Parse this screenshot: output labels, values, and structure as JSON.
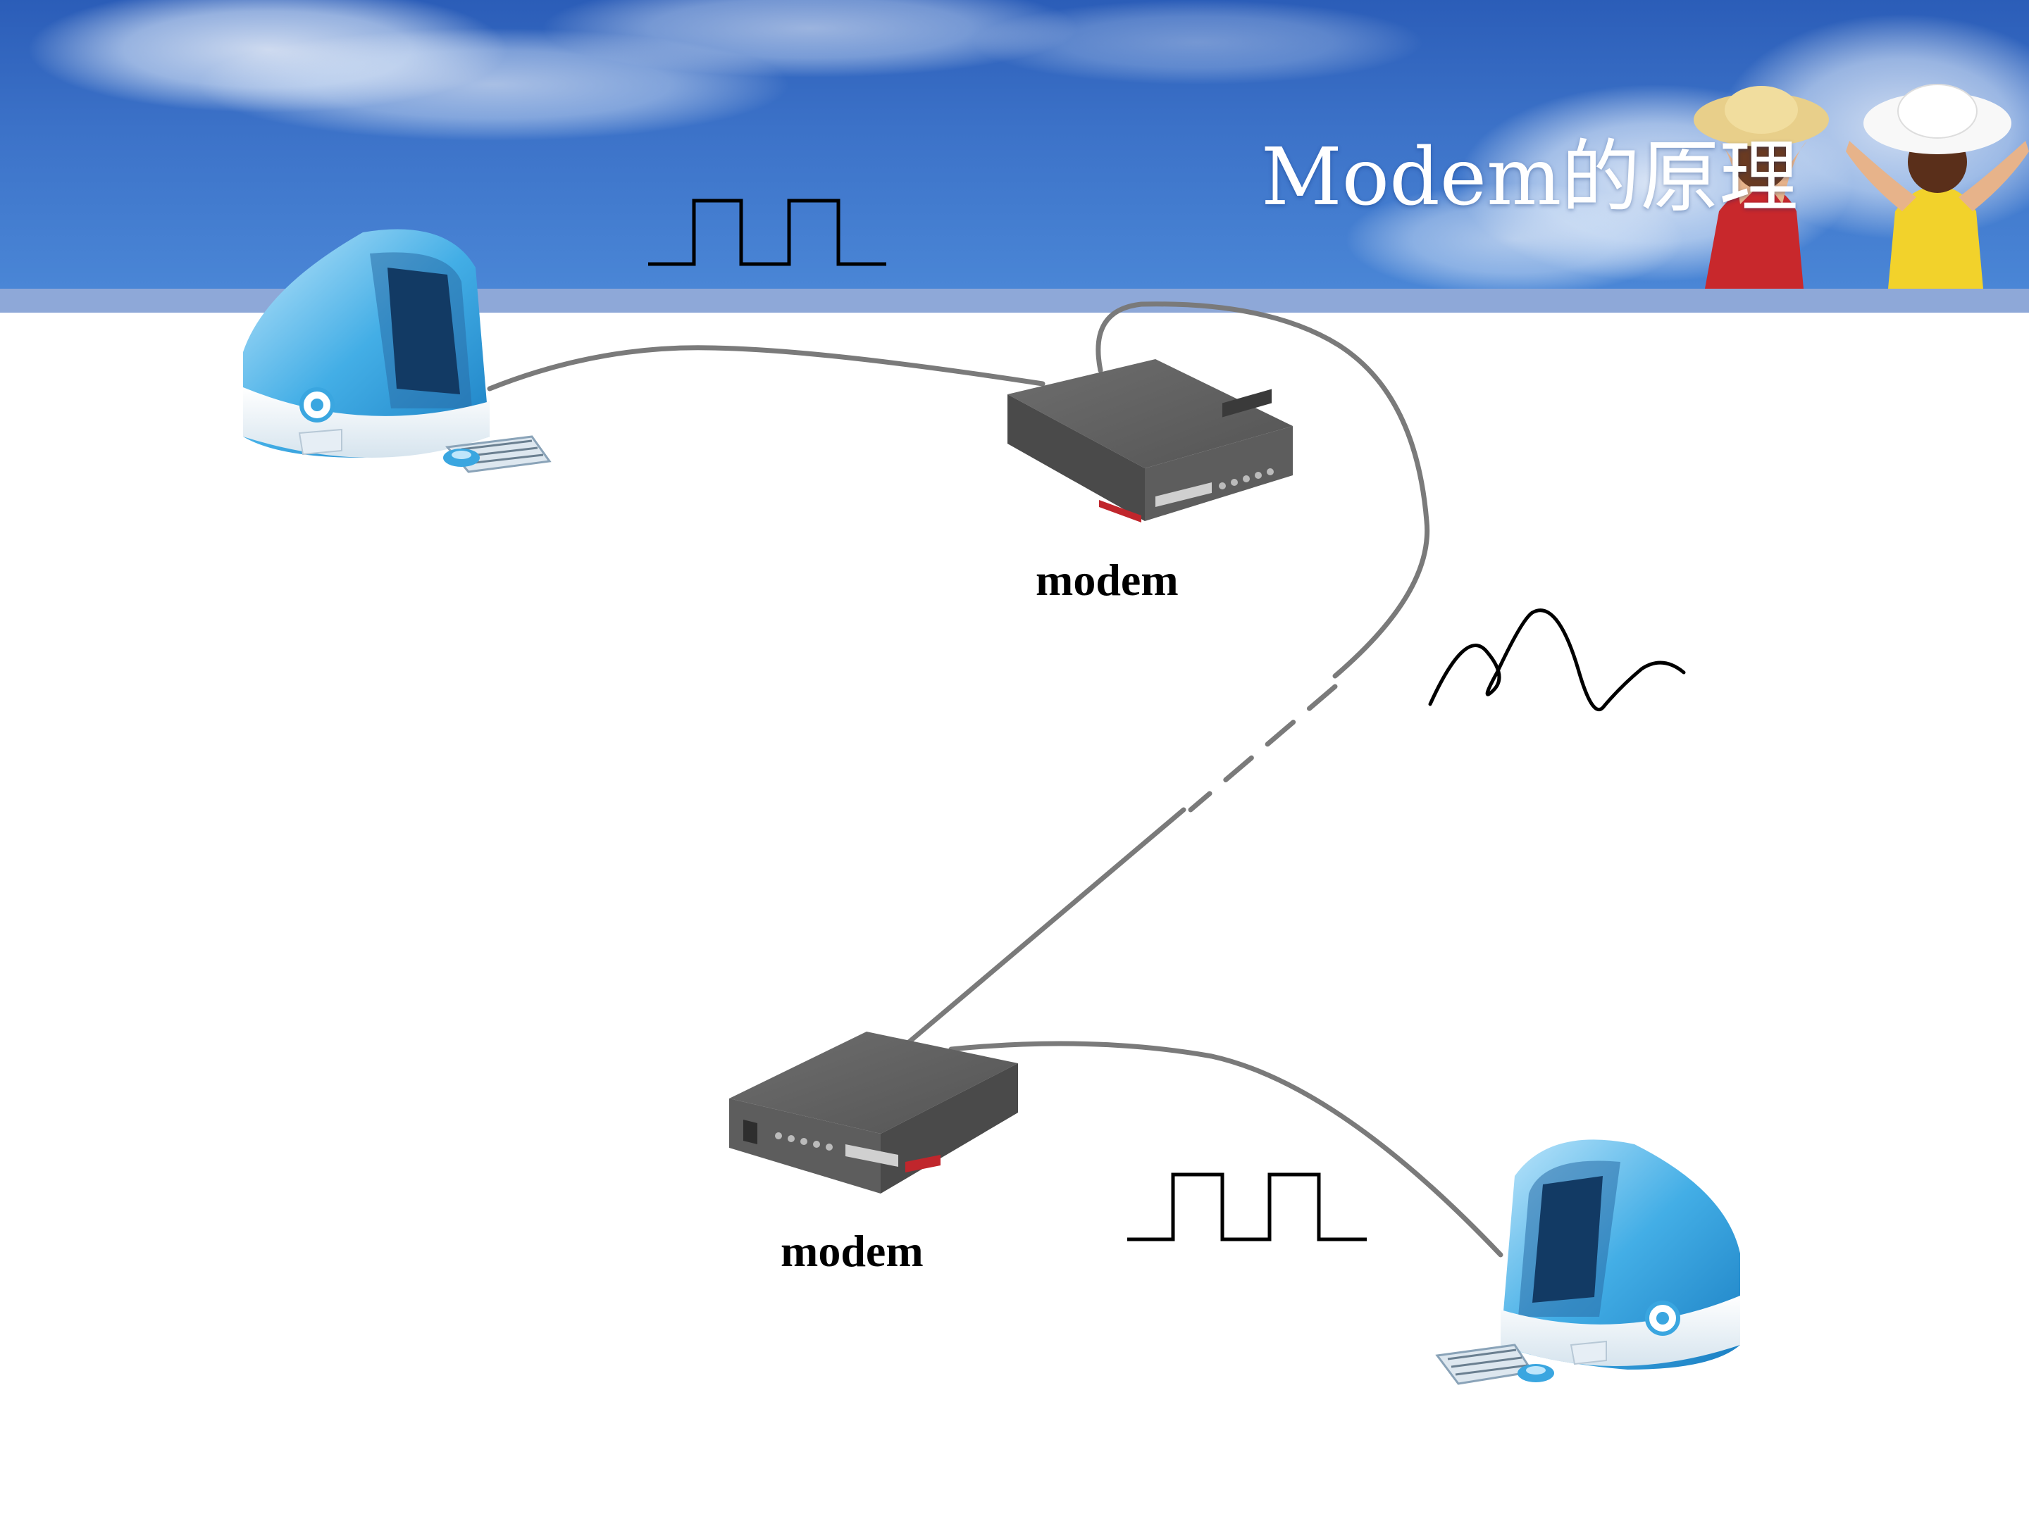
{
  "slide": {
    "title": "Modem的原理"
  },
  "modems": [
    {
      "label": "modem"
    },
    {
      "label": "modem"
    }
  ],
  "icons": {
    "computer": "imac-computer-icon",
    "modem": "modem-device-icon",
    "digital_signal": "square-wave-icon",
    "analog_signal": "analog-wave-icon"
  },
  "colors": {
    "banner_blue": "#3a6ec4",
    "band": "#8ea8d8",
    "cable": "#7a7a7a",
    "signal": "#000000",
    "imac_blue": "#3aa6e0",
    "modem_gray": "#5a5a5a",
    "accent_red": "#c0262c"
  }
}
